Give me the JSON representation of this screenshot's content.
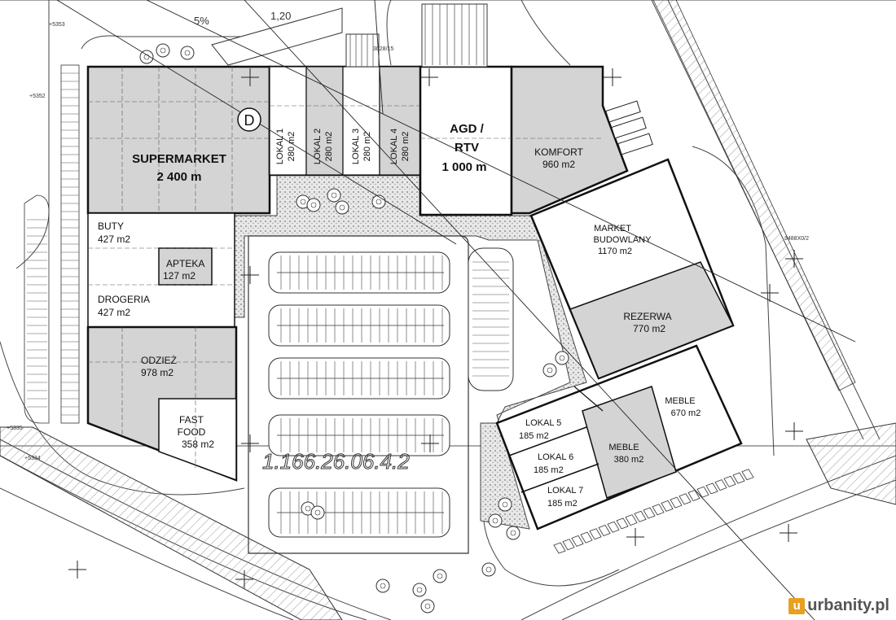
{
  "units": {
    "supermarket": {
      "name": "SUPERMARKET",
      "area": "2 400 m"
    },
    "agd": {
      "name_line1": "AGD /",
      "name_line2": "RTV",
      "area": "1 000 m"
    },
    "komfort": {
      "name": "KOMFORT",
      "area": "960 m2"
    },
    "lokal1": {
      "name": "LOKAL 1",
      "area": "280 m2"
    },
    "lokal2": {
      "name": "LOKAL 2",
      "area": "280 m2"
    },
    "lokal3": {
      "name": "LOKAL 3",
      "area": "280 m2"
    },
    "lokal4": {
      "name": "LOKAL 4",
      "area": "280 m2"
    },
    "buty": {
      "name": "BUTY",
      "area": "427 m2"
    },
    "apteka": {
      "name": "APTEKA",
      "area": "127 m2"
    },
    "drogeria": {
      "name": "DROGERIA",
      "area": "427 m2"
    },
    "odziez": {
      "name": "ODZIEŻ",
      "area": "978 m2"
    },
    "fastfood": {
      "name_line1": "FAST",
      "name_line2": "FOOD",
      "area": "358 m2"
    },
    "market": {
      "name_line1": "MARKET",
      "name_line2": "BUDOWLANY",
      "area": "1170 m2"
    },
    "rezerwa": {
      "name": "REZERWA",
      "area": "770 m2"
    },
    "meble1": {
      "name": "MEBLE",
      "area": "670 m2"
    },
    "meble2": {
      "name": "MEBLE",
      "area": "380 m2"
    },
    "lokal5": {
      "name": "LOKAL 5",
      "area": "185 m2"
    },
    "lokal6": {
      "name": "LOKAL 6",
      "area": "185 m2"
    },
    "lokal7": {
      "name": "LOKAL 7",
      "area": "185 m2"
    }
  },
  "annotations": {
    "d_marker": "D",
    "elevation": "1,20",
    "slope": "5%",
    "plot_number": "1.166.26.06.4.2",
    "parcel_top": "3028/15",
    "parcel_right": "3488X0/2",
    "elev_left_top": "+5353",
    "elev_left_mid": "+5352",
    "elev_left_low": "+5335",
    "elev_left_bottom": "+5334"
  },
  "watermark": "urbanity.pl",
  "colors": {
    "building_fill": "#d4d4d4",
    "line": "#222222",
    "paving": "#bdbdbd"
  }
}
